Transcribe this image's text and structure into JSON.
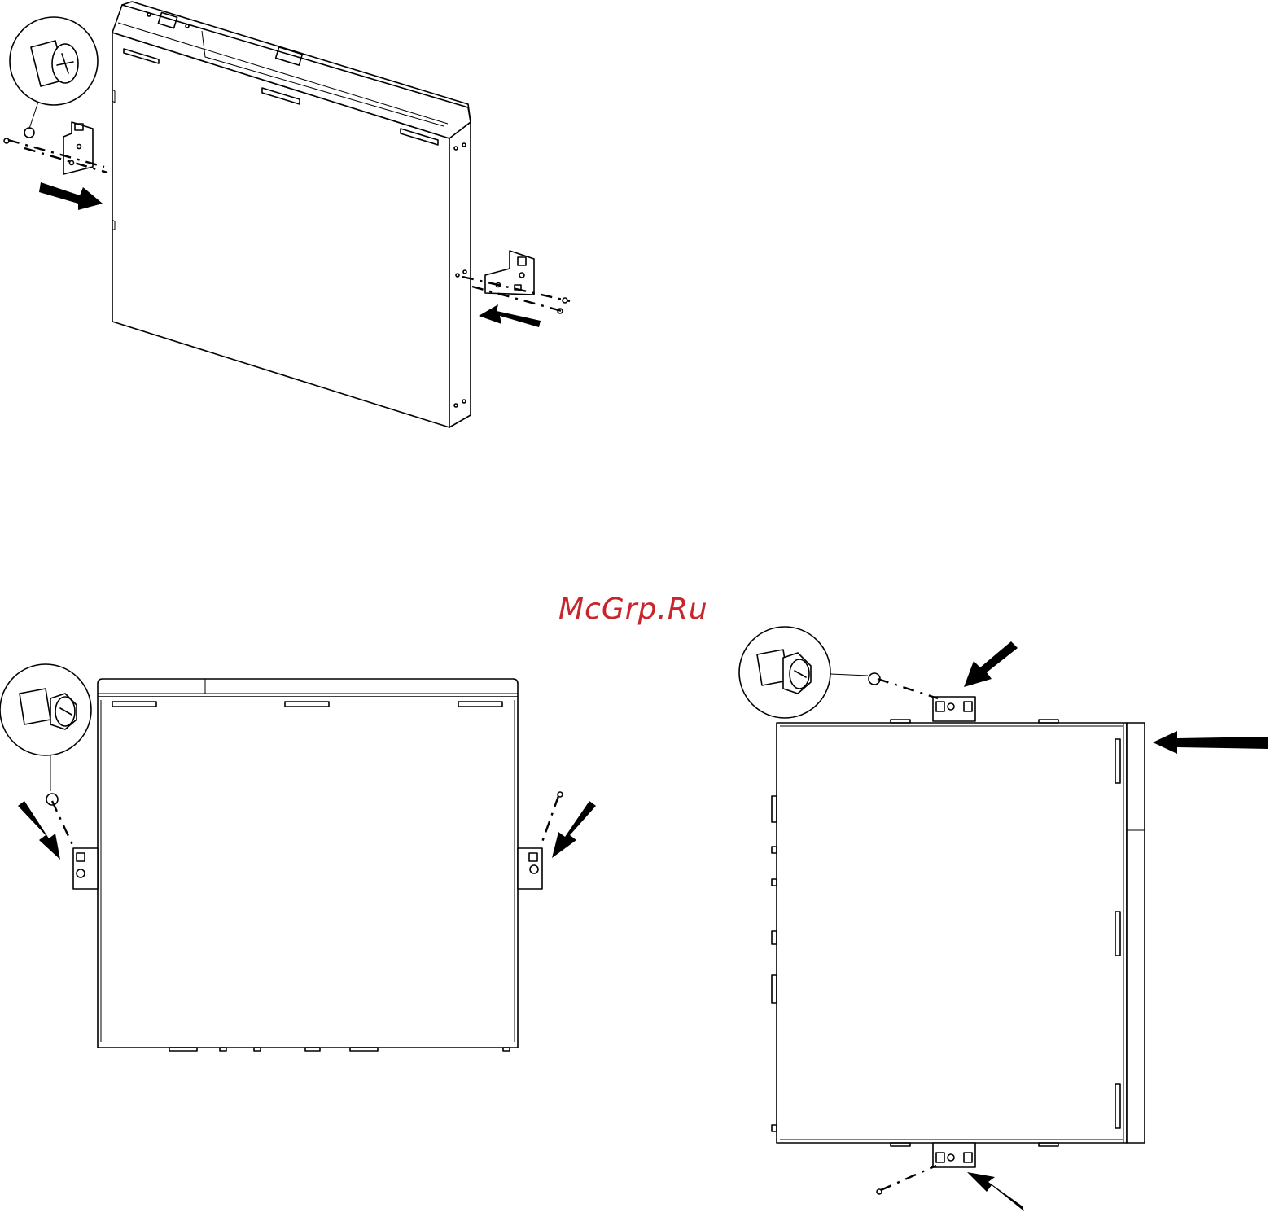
{
  "watermark": {
    "text": "McGrp.Ru",
    "color": "#c8262c"
  },
  "figures": [
    {
      "id": "isometric-view",
      "content": "bracket-attachment"
    },
    {
      "id": "top-view-horizontal",
      "content": "bracket-attachment"
    },
    {
      "id": "top-view-vertical",
      "content": "bracket-attachment"
    }
  ],
  "icons": [
    "screw-detail-icon",
    "arrow-icon",
    "mounting-bracket-icon",
    "screw-icon"
  ]
}
